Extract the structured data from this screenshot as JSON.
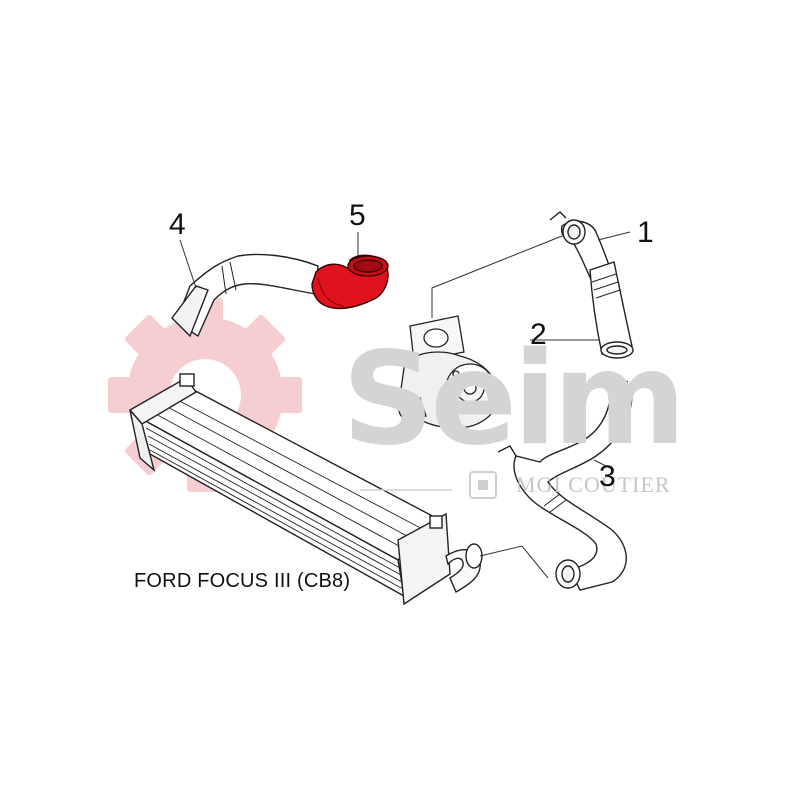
{
  "watermark": {
    "brand": "Seim",
    "subtitle": "MGI COUTIER",
    "gear_color": "#f6c8cc",
    "text_color": "#d4d4d4"
  },
  "callouts": [
    {
      "id": "1",
      "label": "1"
    },
    {
      "id": "2",
      "label": "2"
    },
    {
      "id": "3",
      "label": "3"
    },
    {
      "id": "4",
      "label": "4"
    },
    {
      "id": "5",
      "label": "5"
    }
  ],
  "highlight": {
    "part": "5",
    "color": "#e0121e"
  },
  "vehicle_label": "FORD FOCUS III (CB8)"
}
